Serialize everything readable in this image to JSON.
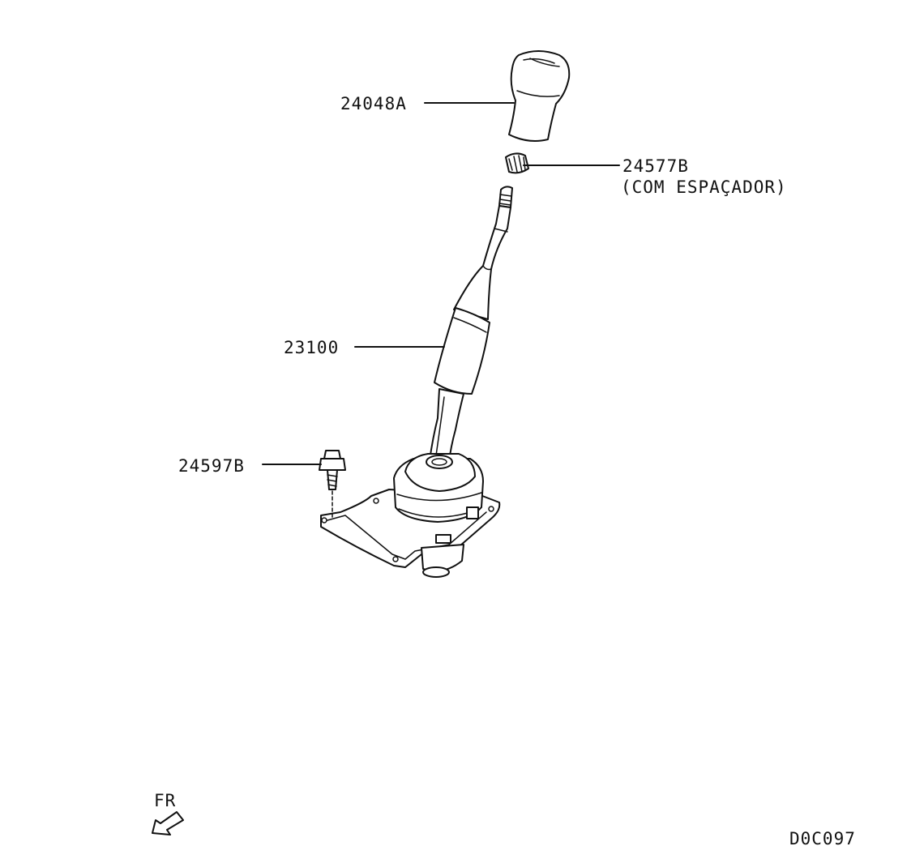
{
  "parts": [
    {
      "id": "knob",
      "number": "24048A",
      "note": ""
    },
    {
      "id": "nut",
      "number": "24577B",
      "note": "(COM ESPAÇADOR)"
    },
    {
      "id": "lever",
      "number": "23100",
      "note": ""
    },
    {
      "id": "bolt",
      "number": "24597B",
      "note": ""
    }
  ],
  "direction": {
    "label": "FR"
  },
  "drawing_code": "D0C097"
}
